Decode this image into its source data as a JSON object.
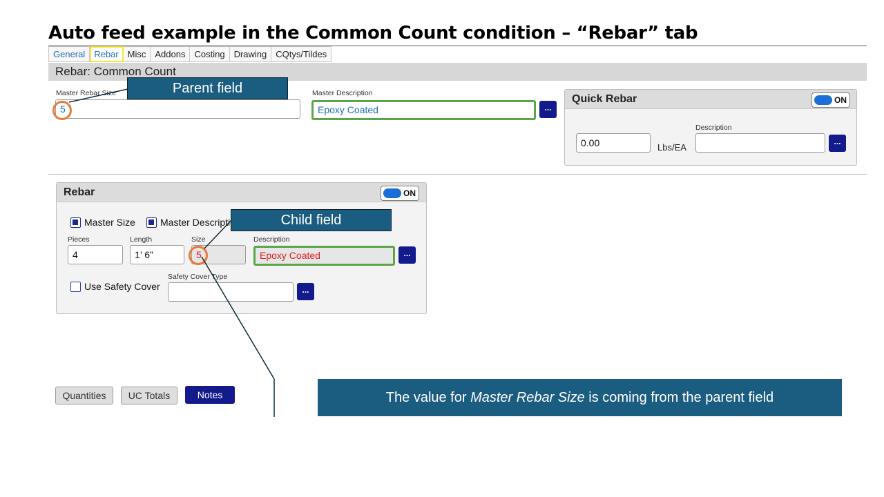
{
  "slide": {
    "title": "Auto feed example in the Common Count condition – “Rebar” tab"
  },
  "tabs": [
    "General",
    "Rebar",
    "Misc",
    "Addons",
    "Costing",
    "Drawing",
    "CQtys/Tildes"
  ],
  "active_tab": "Rebar",
  "section": {
    "title": "Rebar: Common Count"
  },
  "master": {
    "rebar_size_label": "Master Rebar Size",
    "rebar_size_value": "5",
    "description_label": "Master Description",
    "description_value": "Epoxy Coated",
    "browse_label": "..."
  },
  "quick_rebar": {
    "title": "Quick Rebar",
    "toggle": "ON",
    "weight_value": "0.00",
    "unit": "Lbs/EA",
    "description_label": "Description",
    "description_value": "",
    "browse_label": "..."
  },
  "rebar_panel": {
    "title": "Rebar",
    "toggle": "ON",
    "master_size_label": "Master Size",
    "master_size_checked": true,
    "master_description_label": "Master Description",
    "master_description_checked": true,
    "pieces_label": "Pieces",
    "pieces_value": "4",
    "length_label": "Length",
    "length_value": "1’ 6”",
    "size_label": "Size",
    "size_value": "5",
    "description_label": "Description",
    "description_value": "Epoxy Coated",
    "browse_label": "...",
    "safety_cover_label": "Use Safety Cover",
    "safety_cover_checked": false,
    "safety_cover_type_label": "Safety Cover Type",
    "safety_cover_type_value": "",
    "safety_browse_label": "..."
  },
  "callouts": {
    "parent": "Parent field",
    "child": "Child field"
  },
  "bottom_buttons": {
    "quantities": "Quantities",
    "uc_totals": "UC Totals",
    "notes": "Notes"
  },
  "note": {
    "prefix": "The value for ",
    "emphasis": "Master Rebar Size",
    "suffix": " is coming from the parent field"
  },
  "colors": {
    "accent_blue": "#1f6fb8",
    "button_navy": "#121a8c",
    "callout_teal": "#1b5d80",
    "highlight_green": "#5aa64a",
    "circle_orange": "#e8793a",
    "tab_highlight_yellow": "#f2ea32",
    "child_value_red": "#e01e1e"
  }
}
